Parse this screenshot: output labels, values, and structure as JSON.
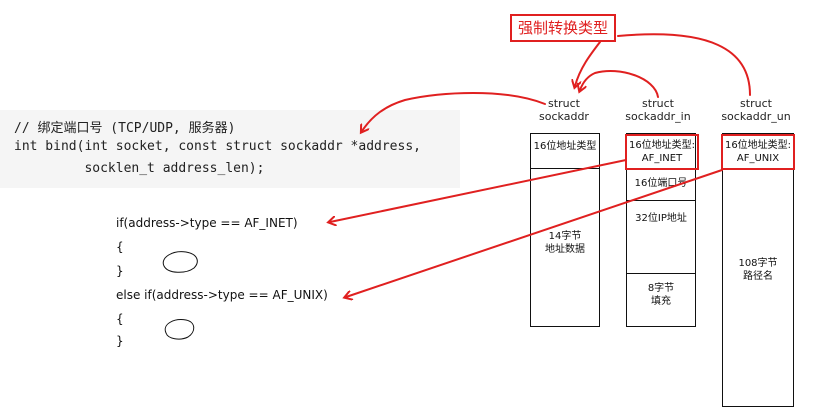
{
  "code": {
    "comment": "// 绑定端口号 (TCP/UDP, 服务器)",
    "line1": "int bind(int socket, const struct sockaddr *address,",
    "line2": "         socklen_t address_len);"
  },
  "snippet": {
    "if_line": "if(address->type == AF_INET)",
    "open1": "{",
    "close1": "}",
    "elseif_line": "else if(address->type == AF_UNIX)",
    "open2": "{",
    "close2": "}"
  },
  "title": "强制转换类型",
  "structs": [
    {
      "label_top": "struct",
      "label_bottom": "sockaddr",
      "fields": [
        "16位地址类型",
        "14字节\n地址数据"
      ]
    },
    {
      "label_top": "struct",
      "label_bottom": "sockaddr_in",
      "fields": [
        "16位地址类型:\nAF_INET",
        "16位端口号",
        "32位IP地址",
        "8字节\n填充"
      ]
    },
    {
      "label_top": "struct",
      "label_bottom": "sockaddr_un",
      "fields": [
        "16位地址类型:\nAF_UNIX",
        "108字节\n路径名"
      ]
    }
  ],
  "colors": {
    "annotation": "#e02020",
    "text": "#222222"
  }
}
